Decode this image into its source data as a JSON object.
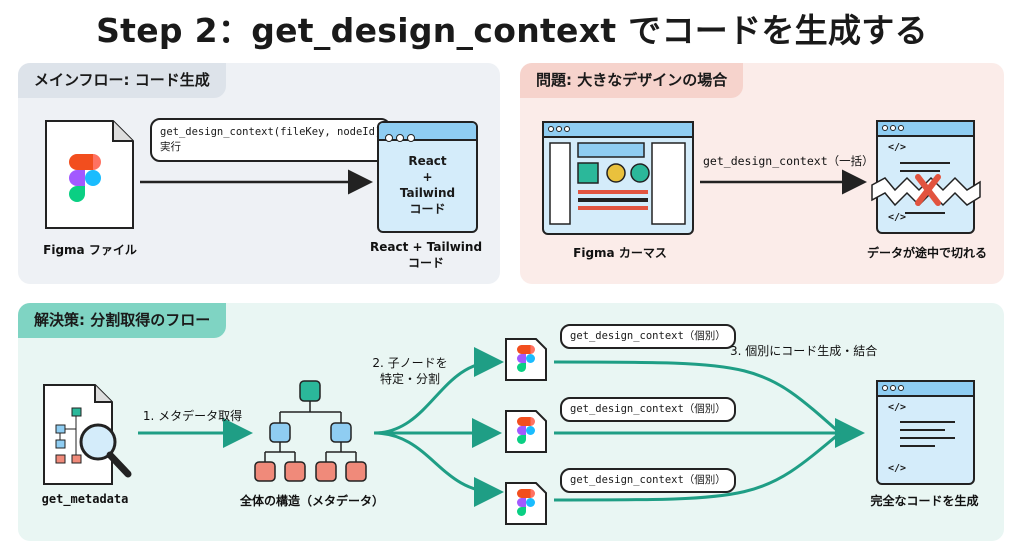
{
  "title": "Step 2：get_design_context でコードを生成する",
  "main_flow": {
    "tab": "メインフロー: コード生成",
    "figma_file_label": "Figma ファイル",
    "call_line1": "get_design_context(fileKey, nodeId)",
    "call_line2": "実行",
    "window_line1": "React",
    "window_line2": "+",
    "window_line3": "Tailwind",
    "window_line4": "コード",
    "result_line1": "React + Tailwind",
    "result_line2": "コード"
  },
  "problem": {
    "tab": "問題: 大きなデザインの場合",
    "canvas_label": "Figma カーマス",
    "call_label": "get_design_context（一括）",
    "code_tag_top": "</>",
    "code_tag_bottom": "</>",
    "failure_label": "データが途中で切れる"
  },
  "solution": {
    "tab": "解決策: 分割取得のフロー",
    "metadata_label": "get_metadata",
    "step1": "1. メタデータ取得",
    "structure_label": "全体の構造（メタデータ）",
    "step2_line1": "2. 子ノードを",
    "step2_line2": "特定・分割",
    "calls": [
      "get_design_context（個別）",
      "get_design_context（個別）",
      "get_design_context（個別）"
    ],
    "step3": "3. 個別にコード生成・結合",
    "code_tag_top": "</>",
    "code_tag_bottom": "</>",
    "final_label": "完全なコードを生成"
  },
  "colors": {
    "main_panel": "#eef1f5",
    "problem_panel": "#fbece9",
    "solution_panel": "#e9f6f3",
    "solution_tab": "#7fd4c3",
    "arrow_teal": "#1f9e85",
    "window_blue": "#d4ecfa",
    "error_red": "#e2543f"
  },
  "icons": [
    "figma-file-icon",
    "figma-logo-icon",
    "code-window-icon",
    "magnifier-icon",
    "tree-icon",
    "error-x-icon"
  ]
}
